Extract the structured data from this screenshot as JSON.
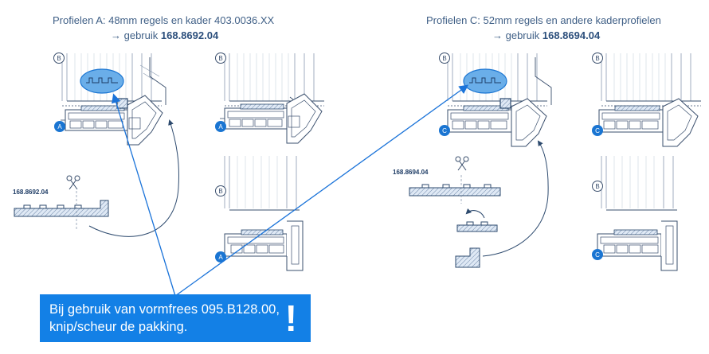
{
  "headings": {
    "left": {
      "line1": "Profielen A: 48mm regels en kader 403.0036.XX",
      "line2_prefix": "→ gebruik ",
      "line2_code": "168.8692.04"
    },
    "right": {
      "line1": "Profielen C: 52mm regels en andere kaderprofielen",
      "line2_prefix": "→ gebruik ",
      "line2_code": "168.8694.04"
    }
  },
  "part_labels": {
    "left": "168.8692.04",
    "right": "168.8694.04"
  },
  "markers": {
    "b": "B",
    "a": "A",
    "c": "C"
  },
  "callout": {
    "line1": "Bij gebruik van vormfrees 095.B128.00,",
    "line2": "knip/scheur de pakking.",
    "alert": "!"
  },
  "colors": {
    "line": "#3a4f6d",
    "fill_blue": "#6aaee9",
    "badge_blue": "#1a75d2",
    "callout_bg": "#1380e6",
    "arrow_blue": "#1a73d9",
    "title": "#3f5f86"
  }
}
